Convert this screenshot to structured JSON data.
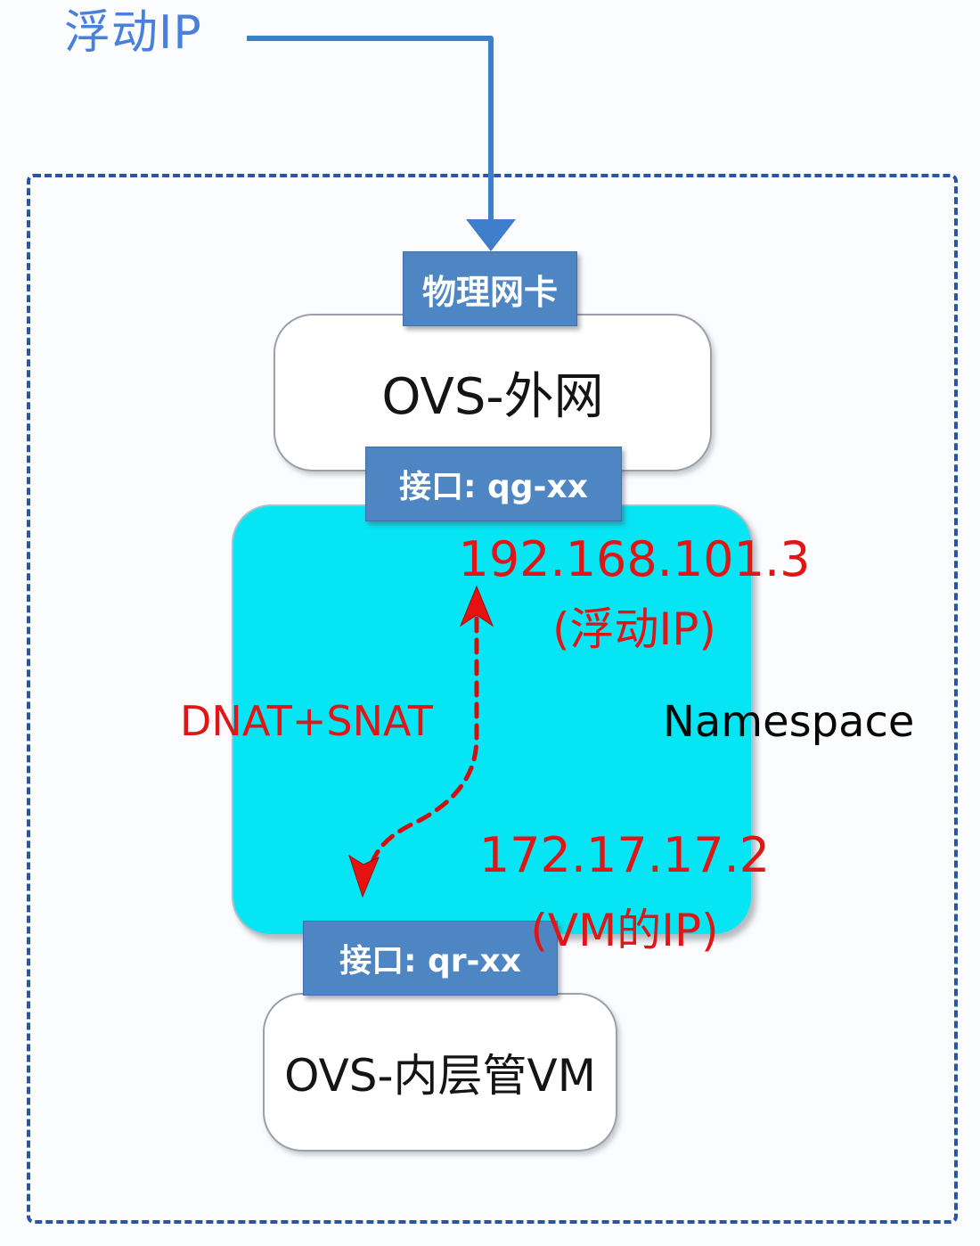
{
  "labels": {
    "floating_ip": "浮动IP"
  },
  "nodes": {
    "physical_nic": "物理网卡",
    "ovs_external": "OVS-外网",
    "qg_interface": "接口: qg-xx",
    "namespace": "Namespace",
    "qr_interface": "接口: qr-xx",
    "ovs_inner_vm": "OVS-内层管VM"
  },
  "annotations": {
    "floating_ip_value": "192.168.101.3",
    "floating_ip_caption": "(浮动IP)",
    "nat_label": "DNAT+SNAT",
    "vm_ip_value": "172.17.17.2",
    "vm_ip_caption": "(VM的IP)"
  },
  "colors": {
    "tag_blue": "#4e86c4",
    "namespace_cyan": "#06e5f3",
    "annotation_red": "#e01515",
    "dashed_border_blue": "#2a55a4",
    "arrow_blue": "#3f7ecb",
    "floating_ip_label_blue": "#4a80dc"
  }
}
